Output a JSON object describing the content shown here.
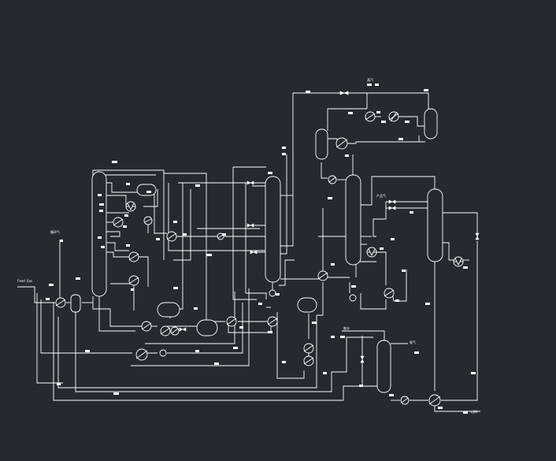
{
  "colors": {
    "background": "#242a30",
    "lines": "#ffffff",
    "tags": "#ffffff"
  },
  "labels": {
    "feed_gas": "Feed Gas",
    "steam_top": "蒸汽",
    "recycle_gas": "循环气",
    "product_1": "产品气",
    "product_2": "尾气",
    "waste": "废水",
    "tail": "出料"
  }
}
